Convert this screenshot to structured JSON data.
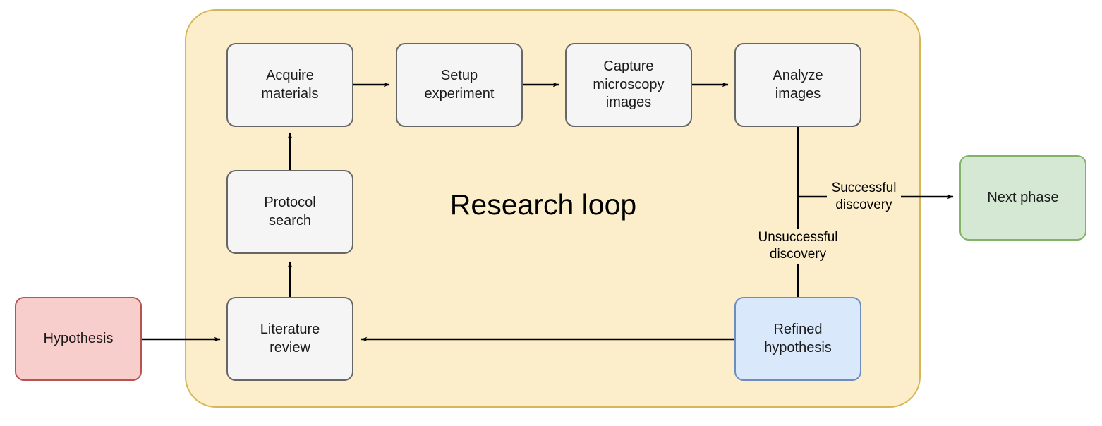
{
  "diagram": {
    "title": "Research loop",
    "container_label": "Research loop",
    "colors": {
      "loop_fill": "#fdeecb",
      "loop_border": "#d6b656",
      "process_fill": "#f5f5f5",
      "process_border": "#666666",
      "start_fill": "#f8cecc",
      "start_border": "#b85450",
      "refined_fill": "#dae8fc",
      "refined_border": "#6c8ebf",
      "end_fill": "#d5e8d4",
      "end_border": "#82b366",
      "edge": "#000000"
    },
    "nodes": {
      "hypothesis": "Hypothesis",
      "literature_review": "Literature\nreview",
      "literature_review_line1": "Literature",
      "literature_review_line2": "review",
      "protocol_search_line1": "Protocol",
      "protocol_search_line2": "search",
      "acquire_materials_line1": "Acquire",
      "acquire_materials_line2": "materials",
      "setup_experiment_line1": "Setup",
      "setup_experiment_line2": "experiment",
      "capture_images_line1": "Capture",
      "capture_images_line2": "microscopy",
      "capture_images_line3": "images",
      "analyze_images_line1": "Analyze",
      "analyze_images_line2": "images",
      "refined_hypothesis_line1": "Refined",
      "refined_hypothesis_line2": "hypothesis",
      "next_phase": "Next phase"
    },
    "edge_labels": {
      "successful_line1": "Successful",
      "successful_line2": "discovery",
      "unsuccessful_line1": "Unsuccessful",
      "unsuccessful_line2": "discovery"
    }
  }
}
